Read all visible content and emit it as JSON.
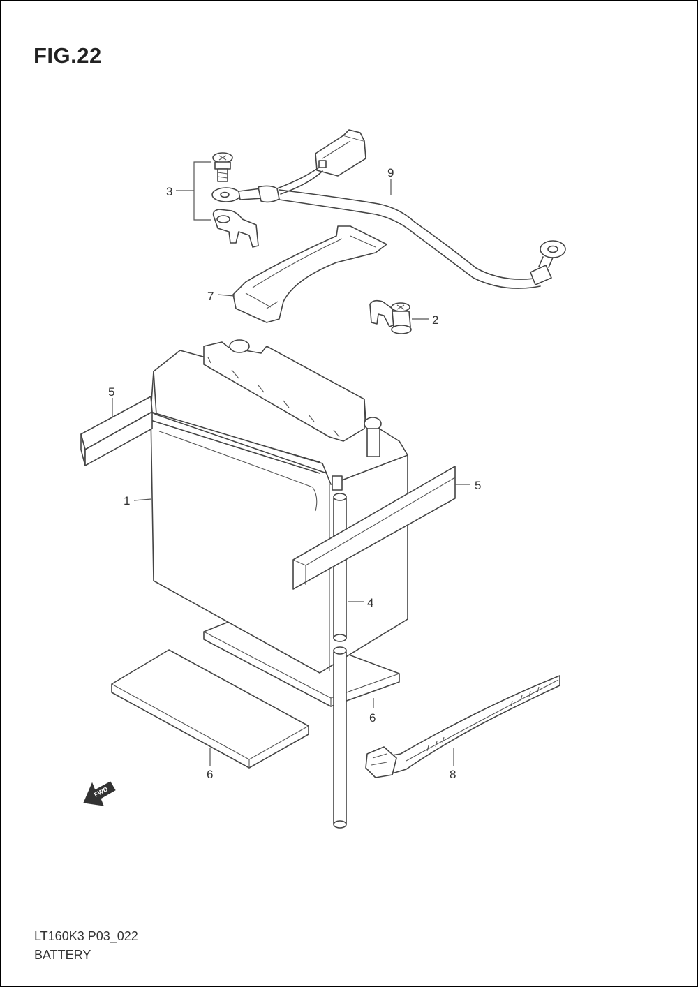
{
  "figure": {
    "title": "FIG.22"
  },
  "callouts": {
    "c1": "1",
    "c2": "2",
    "c3": "3",
    "c4": "4",
    "c5a": "5",
    "c5b": "5",
    "c6a": "6",
    "c6b": "6",
    "c7": "7",
    "c8": "8",
    "c9": "9"
  },
  "fwd_label": "FWD",
  "footer": {
    "code": "LT160K3 P03_022",
    "name": "BATTERY"
  },
  "colors": {
    "line": "#444444",
    "border": "#000000",
    "background": "#ffffff"
  }
}
